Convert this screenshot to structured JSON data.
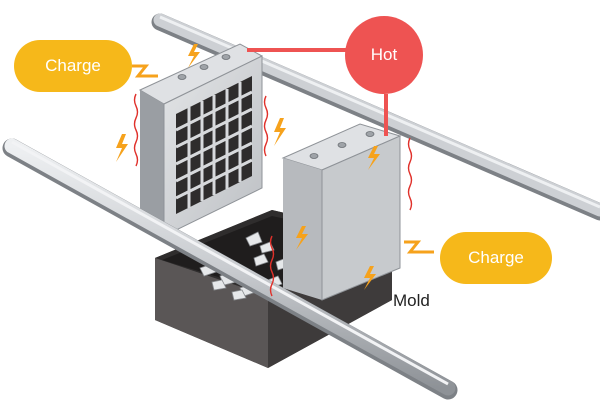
{
  "labels": {
    "charge_left": "Charge",
    "charge_right": "Charge",
    "hot": "Hot",
    "mold": "Mold"
  },
  "colors": {
    "charge_badge": "#f6b81a",
    "hot_badge": "#ee5352",
    "connector_line": "#ee5352",
    "lightning": "#f6a21c",
    "heat_wave": "#e0302a",
    "rod": "#c9ccd0",
    "mold_body": "#c7cacd",
    "bin": "#4a4747"
  },
  "icons": {
    "charge": "lightning-bolt-icon",
    "heat": "heat-wave-icon"
  }
}
